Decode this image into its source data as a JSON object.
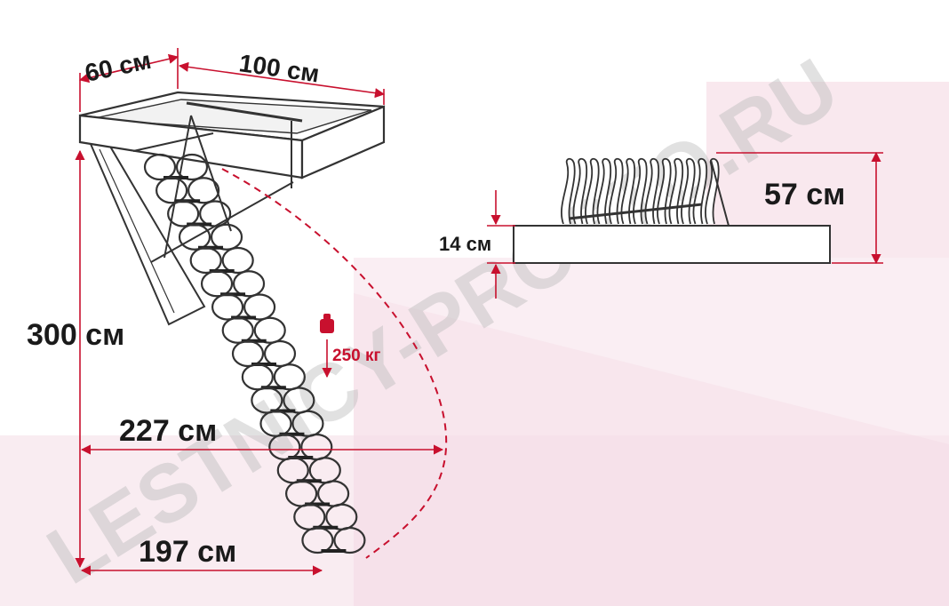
{
  "dimensions": {
    "depth": "60 см",
    "length": "100 см",
    "height": "300 см",
    "reach_upper": "227 см",
    "reach_lower": "197 см",
    "box_height": "14 см",
    "folded_height": "57 см"
  },
  "load": {
    "label": "250 кг",
    "icon": "weight-icon"
  },
  "watermark": "LESTNICY-PROSTO.RU",
  "colors": {
    "dimension_line": "#c8102e",
    "text": "#1a1a1a",
    "ladder": "#333333",
    "background_tint": "#f4dbe4"
  }
}
